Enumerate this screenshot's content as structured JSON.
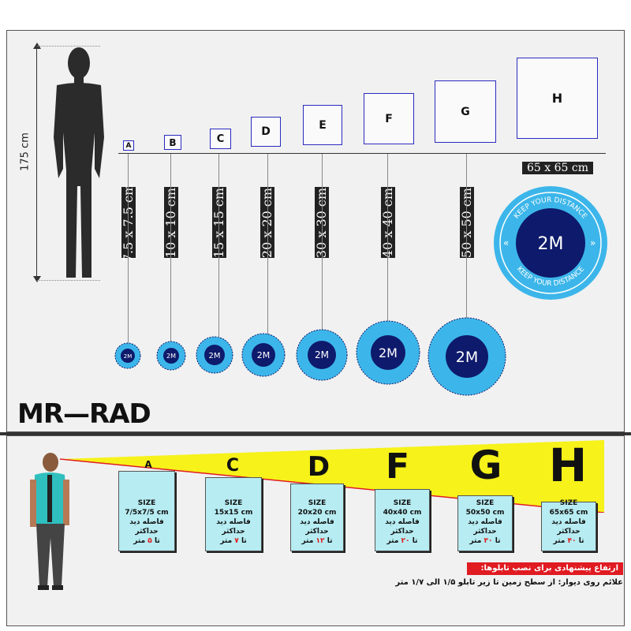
{
  "top": {
    "height_label": "175 cm",
    "logo": "MR—RAD",
    "sizes": [
      {
        "letter": "A",
        "size": "7.5 x 7.5 cm"
      },
      {
        "letter": "B",
        "size": "10 x 10 cm"
      },
      {
        "letter": "C",
        "size": "15 x 15 cm"
      },
      {
        "letter": "D",
        "size": "20 x 20 cm"
      },
      {
        "letter": "E",
        "size": "30 x 30 cm"
      },
      {
        "letter": "F",
        "size": "40 x 40 cm"
      },
      {
        "letter": "G",
        "size": "50 x 50 cm"
      },
      {
        "letter": "H",
        "size": "65 x 65 cm"
      }
    ],
    "sticker": {
      "center": "2M",
      "ring_top": "KEEP YOUR DISTANCE",
      "ring_bottom": "KEEP YOUR DISTANCE"
    }
  },
  "bottom": {
    "letters": [
      "A",
      "C",
      "D",
      "F",
      "G",
      "H"
    ],
    "posters": [
      {
        "size_title": "SIZE",
        "size": "7/5x7/5 cm",
        "line": "فاصله دید حداکثر",
        "dist_pre": "تا",
        "dist_num": "۵",
        "dist_post": "متر"
      },
      {
        "size_title": "SIZE",
        "size": "15x15 cm",
        "line": "فاصله دید حداکثر",
        "dist_pre": "تا",
        "dist_num": "۷",
        "dist_post": "متر"
      },
      {
        "size_title": "SIZE",
        "size": "20x20 cm",
        "line": "فاصله دید حداکثر",
        "dist_pre": "تا",
        "dist_num": "۱۲",
        "dist_post": "متر"
      },
      {
        "size_title": "SIZE",
        "size": "40x40 cm",
        "line": "فاصله دید حداکثر",
        "dist_pre": "تا",
        "dist_num": "۲۰",
        "dist_post": "متر"
      },
      {
        "size_title": "SIZE",
        "size": "50x50 cm",
        "line": "فاصله دید حداکثر",
        "dist_pre": "تا",
        "dist_num": "۳۰",
        "dist_post": "متر"
      },
      {
        "size_title": "SIZE",
        "size": "65x65 cm",
        "line": "فاصله دید حداکثر",
        "dist_pre": "تا",
        "dist_num": "۴۰",
        "dist_post": "متر"
      }
    ],
    "banner": "ارتفاع پیشنهادی برای نصب تابلوها:",
    "note": "علائم روی دیوار: از سطح زمین تا زیر تابلو ۱/۵ الی ۱/۷ متر"
  },
  "colors": {
    "sticker_light": "#3cb6ea",
    "sticker_dark": "#0e1a6b",
    "square_border": "#2a2ac0",
    "beam": "#f6f21a",
    "poster": "#b6ecf2",
    "banner": "#e01b22"
  }
}
